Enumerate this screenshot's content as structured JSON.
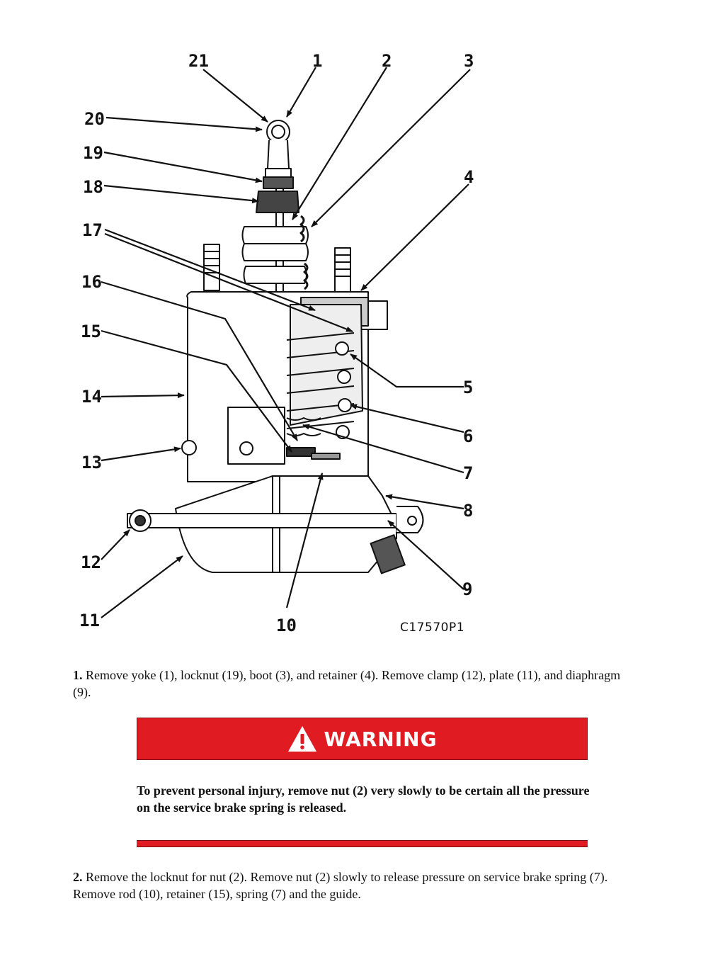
{
  "figure": {
    "callouts": [
      "1",
      "2",
      "3",
      "4",
      "5",
      "6",
      "7",
      "8",
      "9",
      "10",
      "11",
      "12",
      "13",
      "14",
      "15",
      "16",
      "17",
      "18",
      "19",
      "20",
      "21"
    ],
    "code": "C17570P1"
  },
  "steps": [
    {
      "number": "1.",
      "text": " Remove yoke (1), locknut (19), boot (3), and retainer (4). Remove clamp (12), plate (11), and diaphragm (9)."
    },
    {
      "number": "2.",
      "text": " Remove the locknut for nut (2). Remove nut (2) slowly to release pressure on service brake spring (7). Remove rod (10), retainer (15), spring (7) and the guide."
    }
  ],
  "warning": {
    "label": "WARNING",
    "icon": "warning-triangle-icon",
    "text": "To prevent personal injury, remove nut (2) very slowly to be certain all the pressure on the service brake spring is released.",
    "color": "#e11b22"
  }
}
